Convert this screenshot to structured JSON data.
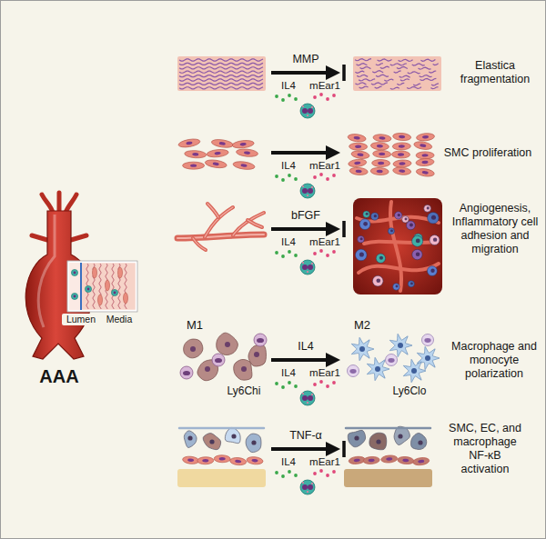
{
  "diagram": {
    "labels": [
      "AAA",
      "Lumen",
      "Media",
      "MMP",
      "IL4",
      "mEar1",
      "Elastica fragmentation",
      "IL4",
      "mEar1",
      "SMC proliferation",
      "bFGF",
      "IL4",
      "mEar1",
      "Angiogenesis, Inflammatory cell adhesion and migration",
      "M1",
      "Ly6Chi",
      "IL4",
      "IL4",
      "mEar1",
      "M2",
      "Ly6Clo",
      "Macrophage and monocyte polarization",
      "TNF-α",
      "IL4",
      "mEar1",
      "SMC, EC, and macrophage NF-κB activation"
    ]
  }
}
